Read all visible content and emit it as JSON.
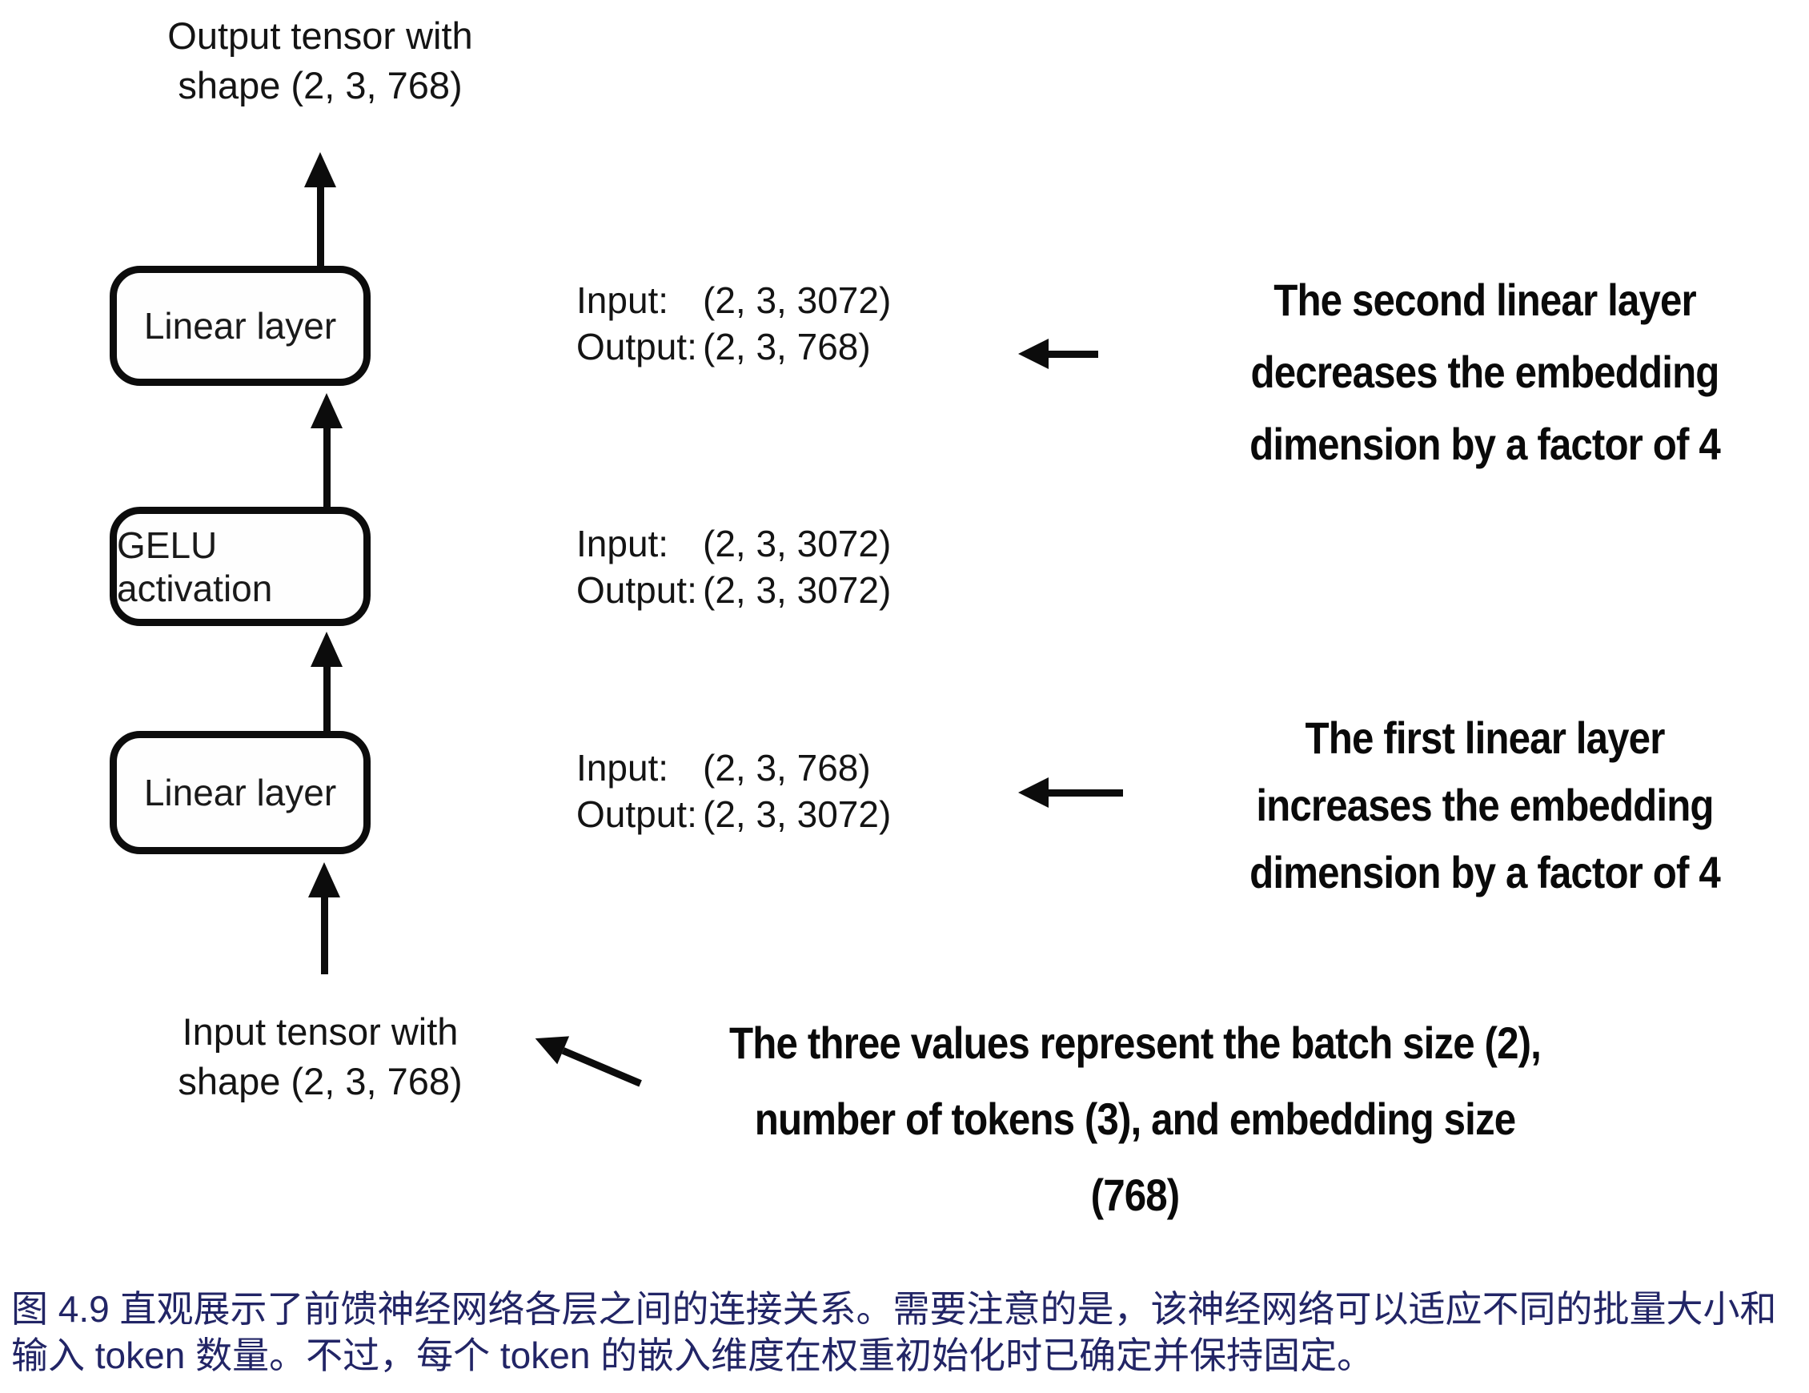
{
  "diagram": {
    "output_tensor_label": {
      "line1": "Output tensor with",
      "line2": "shape (2, 3, 768)"
    },
    "input_tensor_label": {
      "line1": "Input tensor with",
      "line2": "shape (2, 3, 768)"
    },
    "boxes": [
      {
        "label": "Linear layer",
        "io": {
          "input_label": "Input:",
          "input_value": "(2, 3, 3072)",
          "output_label": "Output:",
          "output_value": "(2, 3, 768)"
        }
      },
      {
        "label": "GELU activation",
        "io": {
          "input_label": "Input:",
          "input_value": "(2, 3, 3072)",
          "output_label": "Output:",
          "output_value": "(2, 3, 3072)"
        }
      },
      {
        "label": "Linear layer",
        "io": {
          "input_label": "Input:",
          "input_value": "(2, 3, 768)",
          "output_label": "Output:",
          "output_value": "(2, 3, 3072)"
        }
      }
    ],
    "annotations": [
      {
        "line1": "The second linear layer",
        "line2": "decreases the embedding",
        "line3": "dimension by a factor of 4"
      },
      {
        "line1": "The first linear layer",
        "line2": "increases the embedding",
        "line3": "dimension by a factor of 4"
      },
      {
        "line1": "The three values represent the batch size (2),",
        "line2": "number of tokens (3), and embedding size",
        "line3": "(768)"
      }
    ]
  },
  "caption": {
    "line1": "图 4.9 直观展示了前馈神经网络各层之间的连接关系。需要注意的是，该神经网络可以适应不同的批量大小和",
    "line2": "输入 token 数量。不过，每个 token 的嵌入维度在权重初始化时已确定并保持固定。"
  },
  "colors": {
    "ink": "#111111",
    "background": "#ffffff",
    "caption_text": "#222566"
  }
}
